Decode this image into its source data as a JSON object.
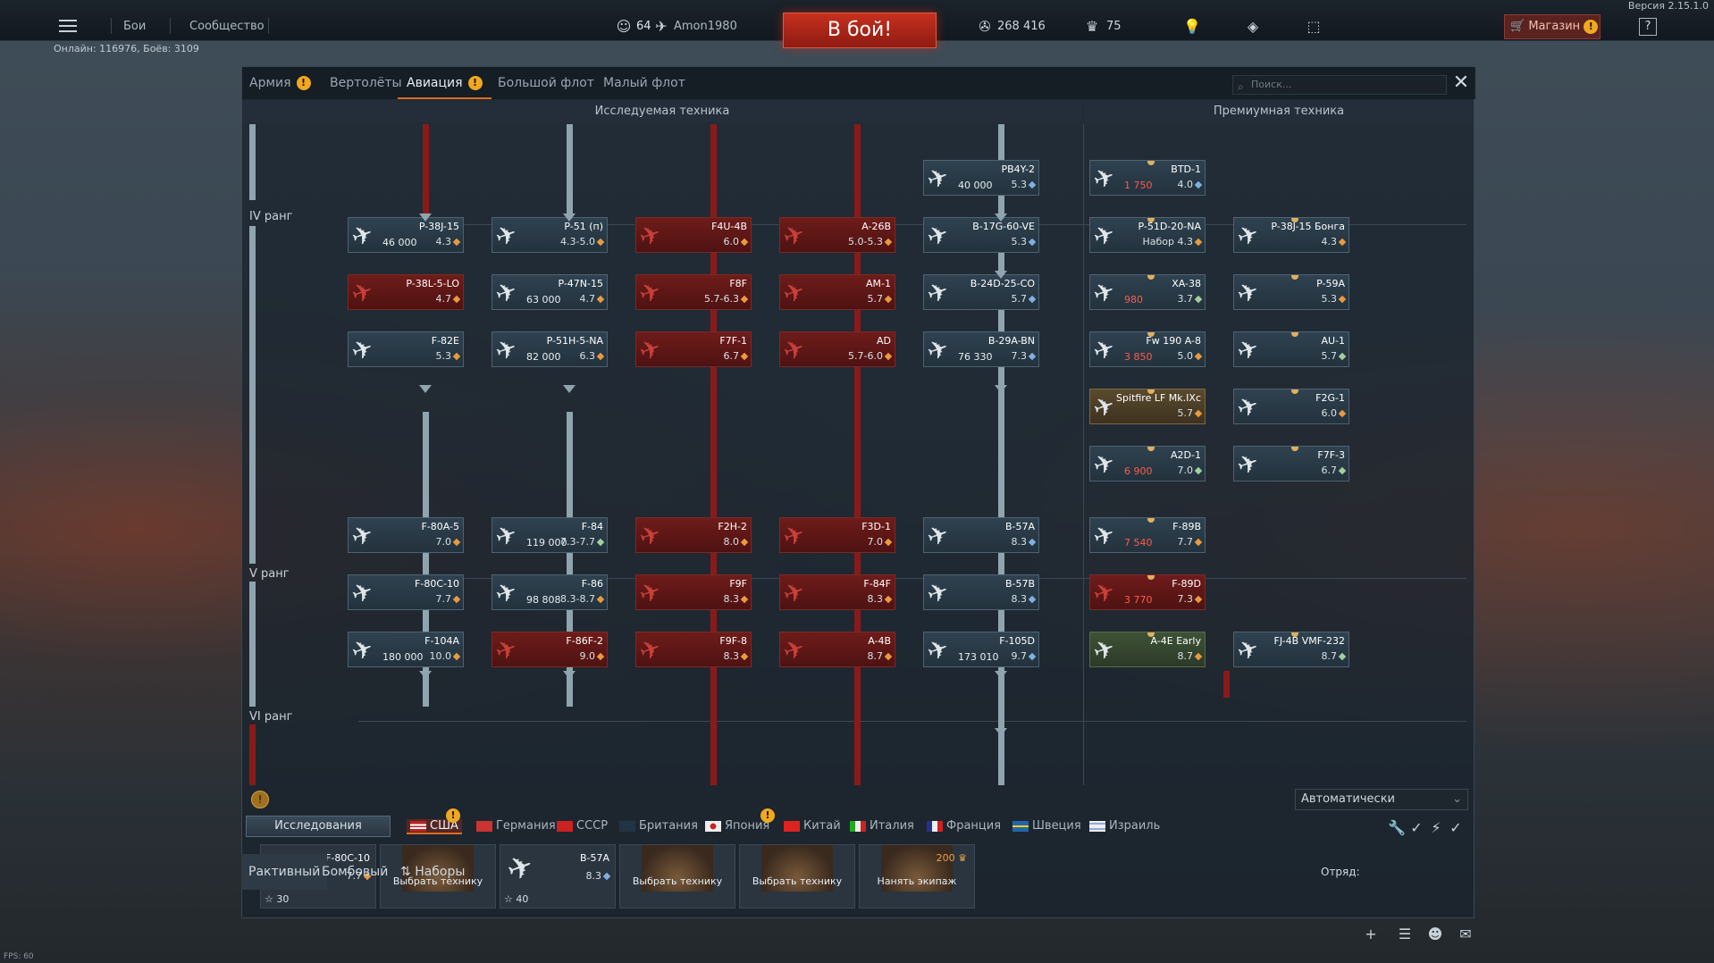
{
  "version": "Версия 2.15.1.0",
  "topbar": {
    "battles": "Бои",
    "community": "Сообщество",
    "level": "64",
    "nickname": "Amon1980",
    "battle_button": "В бой!",
    "silver_lions": "268 416",
    "golden_eagles": "75",
    "shop": "Магазин",
    "help": "?"
  },
  "online": "Онлайн: 116976, Боёв: 3109",
  "tabs": [
    {
      "label": "Армия",
      "warning": true
    },
    {
      "label": "Вертолёты",
      "warning": false
    },
    {
      "label": "Авиация",
      "warning": true,
      "active": true
    },
    {
      "label": "Большой флот",
      "warning": false
    },
    {
      "label": "Малый флот",
      "warning": false
    }
  ],
  "search_placeholder": "Поиск...",
  "sections": {
    "researched": "Исследуемая техника",
    "premium": "Премиумная техника"
  },
  "ranks": [
    "IV ранг",
    "V ранг",
    "VI ранг"
  ],
  "tree": [
    {
      "name": "PB4Y-2",
      "br": "5.3",
      "cost": "40 000",
      "style": "blue",
      "cur": "b"
    },
    {
      "name": "BTD-1",
      "br": "4.0",
      "cost": "1 750",
      "style": "blue",
      "cur": "b",
      "prem": true
    },
    {
      "name": "P-38J-15",
      "br": "4.3",
      "cost": "46 000",
      "style": "blue",
      "cur": "o"
    },
    {
      "name": "P-51 (п)",
      "br": "4.3-5.0",
      "cost": "",
      "style": "blue",
      "cur": "o"
    },
    {
      "name": "F4U-4B",
      "br": "6.0",
      "cost": "",
      "style": "red",
      "cur": "o"
    },
    {
      "name": "A-26B",
      "br": "5.0-5.3",
      "cost": "",
      "style": "red",
      "cur": "o"
    },
    {
      "name": "B-17G-60-VE",
      "br": "5.3",
      "cost": "",
      "style": "blue",
      "cur": "b"
    },
    {
      "name": "P-51D-20-NA",
      "br": "Набор 4.3",
      "cost": "",
      "style": "blue",
      "cur": "o",
      "prem": true
    },
    {
      "name": "P-38J-15 Бонга",
      "br": "4.3",
      "cost": "",
      "style": "blue",
      "cur": "o",
      "prem": true
    },
    {
      "name": "P-38L-5-LO",
      "br": "4.7",
      "cost": "",
      "style": "red",
      "cur": "o"
    },
    {
      "name": "P-47N-15",
      "br": "4.7",
      "cost": "63 000",
      "style": "blue",
      "cur": "o"
    },
    {
      "name": "F8F",
      "br": "5.7-6.3",
      "cost": "",
      "style": "red",
      "cur": "o"
    },
    {
      "name": "AM-1",
      "br": "5.7",
      "cost": "",
      "style": "red",
      "cur": "o"
    },
    {
      "name": "B-24D-25-CO",
      "br": "5.7",
      "cost": "",
      "style": "blue",
      "cur": "b"
    },
    {
      "name": "XA-38",
      "br": "3.7",
      "cost": "980",
      "style": "blue",
      "cur": "g",
      "prem": true
    },
    {
      "name": "P-59A",
      "br": "5.3",
      "cost": "",
      "style": "blue",
      "cur": "o",
      "prem": true
    },
    {
      "name": "F-82E",
      "br": "5.3",
      "cost": "",
      "style": "blue",
      "cur": "o"
    },
    {
      "name": "P-51H-5-NA",
      "br": "6.3",
      "cost": "82 000",
      "style": "blue",
      "cur": "o"
    },
    {
      "name": "F7F-1",
      "br": "6.7",
      "cost": "",
      "style": "red",
      "cur": "o"
    },
    {
      "name": "AD",
      "br": "5.7-6.0",
      "cost": "",
      "style": "red",
      "cur": "o"
    },
    {
      "name": "B-29A-BN",
      "br": "7.3",
      "cost": "76 330",
      "style": "blue",
      "cur": "b"
    },
    {
      "name": "Fw 190 A-8",
      "br": "5.0",
      "cost": "3 850",
      "style": "blue",
      "cur": "o",
      "prem": true
    },
    {
      "name": "AU-1",
      "br": "5.7",
      "cost": "",
      "style": "blue",
      "cur": "g",
      "prem": true
    },
    {
      "name": "Spitfire LF Mk.IXc",
      "br": "5.7",
      "cost": "",
      "style": "gold",
      "cur": "o",
      "prem": true
    },
    {
      "name": "F2G-1",
      "br": "6.0",
      "cost": "",
      "style": "blue",
      "cur": "o",
      "prem": true
    },
    {
      "name": "A2D-1",
      "br": "7.0",
      "cost": "6 900",
      "style": "blue",
      "cur": "g",
      "prem": true
    },
    {
      "name": "F7F-3",
      "br": "6.7",
      "cost": "",
      "style": "blue",
      "cur": "g",
      "prem": true
    },
    {
      "name": "F-80A-5",
      "br": "7.0",
      "cost": "",
      "style": "blue",
      "cur": "o"
    },
    {
      "name": "F-84",
      "br": "7.3-7.7",
      "cost": "119 000",
      "style": "blue",
      "cur": "g"
    },
    {
      "name": "F2H-2",
      "br": "8.0",
      "cost": "",
      "style": "red",
      "cur": "o"
    },
    {
      "name": "F3D-1",
      "br": "7.0",
      "cost": "",
      "style": "red",
      "cur": "o"
    },
    {
      "name": "B-57A",
      "br": "8.3",
      "cost": "",
      "style": "blue",
      "cur": "b"
    },
    {
      "name": "F-89B",
      "br": "7.7",
      "cost": "7 540",
      "style": "blue",
      "cur": "o",
      "prem": true
    },
    {
      "name": "F-80C-10",
      "br": "7.7",
      "cost": "",
      "style": "blue",
      "cur": "o"
    },
    {
      "name": "F-86",
      "br": "8.3-8.7",
      "cost": "98 808",
      "style": "blue",
      "cur": "o"
    },
    {
      "name": "F9F",
      "br": "8.3",
      "cost": "",
      "style": "red",
      "cur": "o"
    },
    {
      "name": "F-84F",
      "br": "8.3",
      "cost": "",
      "style": "red",
      "cur": "o"
    },
    {
      "name": "B-57B",
      "br": "8.3",
      "cost": "",
      "style": "blue",
      "cur": "b"
    },
    {
      "name": "F-89D",
      "br": "7.3",
      "cost": "3 770",
      "style": "red",
      "cur": "o",
      "prem": true
    },
    {
      "name": "F-104A",
      "br": "10.0",
      "cost": "180 000",
      "style": "blue",
      "cur": "o"
    },
    {
      "name": "F-86F-2",
      "br": "9.0",
      "cost": "",
      "style": "red",
      "cur": "o"
    },
    {
      "name": "F9F-8",
      "br": "8.3",
      "cost": "",
      "style": "red",
      "cur": "o"
    },
    {
      "name": "A-4B",
      "br": "8.7",
      "cost": "",
      "style": "red",
      "cur": "o"
    },
    {
      "name": "F-105D",
      "br": "9.7",
      "cost": "173 010",
      "style": "blue",
      "cur": "b"
    },
    {
      "name": "A-4E Early",
      "br": "8.7",
      "cost": "",
      "style": "green",
      "cur": "o",
      "prem": true
    },
    {
      "name": "FJ-4B VMF-232",
      "br": "8.7",
      "cost": "",
      "style": "blue",
      "cur": "g",
      "prem": true
    }
  ],
  "auto_select": "Автоматически",
  "research_button": "Исследования",
  "nations": [
    {
      "label": "США",
      "active": true,
      "warning": true
    },
    {
      "label": "Германия"
    },
    {
      "label": "СССР"
    },
    {
      "label": "Британия"
    },
    {
      "label": "Япония",
      "warning": true
    },
    {
      "label": "Китай"
    },
    {
      "label": "Италия"
    },
    {
      "label": "Франция"
    },
    {
      "label": "Швеция"
    },
    {
      "label": "Израиль"
    }
  ],
  "slots": {
    "s1_name": "F-80C-10",
    "s1_br": "7.7",
    "s1_foot": "30",
    "s2_label": "Выбрать технику",
    "s3_name": "B-57A",
    "s3_br": "8.3",
    "s3_foot": "40",
    "s4_label": "Выбрать технику",
    "s5_label": "Выбрать технику",
    "s6_label": "Нанять экипаж",
    "s6_price": "200"
  },
  "bottom": {
    "tab1": "Рактивный",
    "tab2": "Бомбовый",
    "tab3": "Наборы",
    "squad": "Отряд:"
  },
  "fps": "FPS: 60"
}
